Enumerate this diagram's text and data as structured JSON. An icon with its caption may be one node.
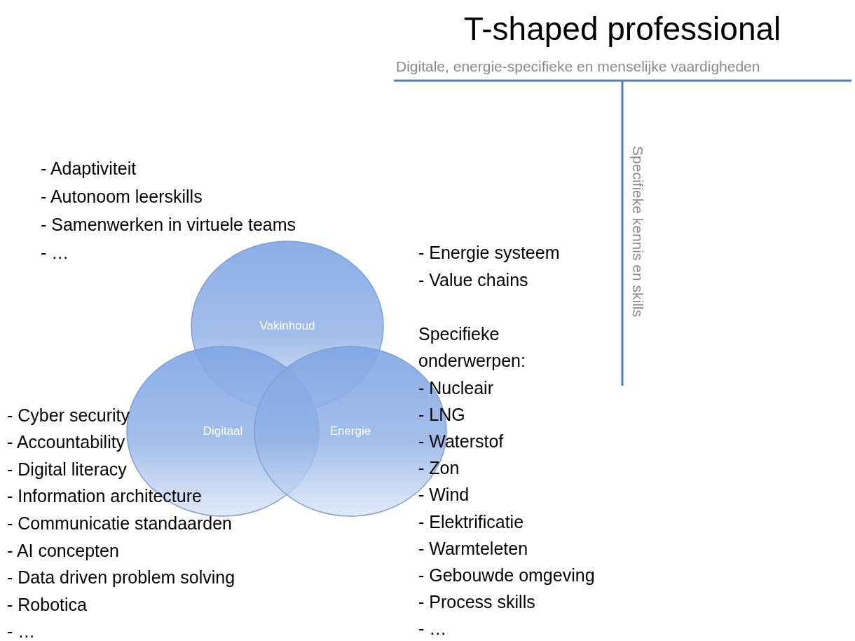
{
  "diagram": {
    "title": "T-shaped professional",
    "nodes": [
      {
        "text": [
          "Vakinhoud"
        ]
      },
      {
        "text": [
          "Digitaal"
        ]
      },
      {
        "text": [
          "Energie"
        ]
      }
    ],
    "labels": [
      "Digitale, energie-specifieke en menselijke vaardigheden",
      "Specifieke kennis en skills",
      "- Adaptiviteit",
      "- Autonoom leerskills",
      "- Samenwerken in virtuele teams",
      "- …",
      "- Energie systeem",
      "- Value chains",
      "Specifieke onderwerpen:",
      "- Nucleair",
      "- LNG",
      "- Waterstof",
      "- Zon",
      "- Wind",
      "- Elektrificatie",
      "- Warmteleten",
      "- Gebouwde omgeving",
      "- Process skills",
      "- …",
      "- Cyber security",
      "- Accountability",
      "- Digital literacy",
      "- Information architecture",
      "- Communicatie standaarden",
      "- AI concepten",
      "- Data driven problem solving",
      "- Robotica",
      "- …"
    ]
  }
}
